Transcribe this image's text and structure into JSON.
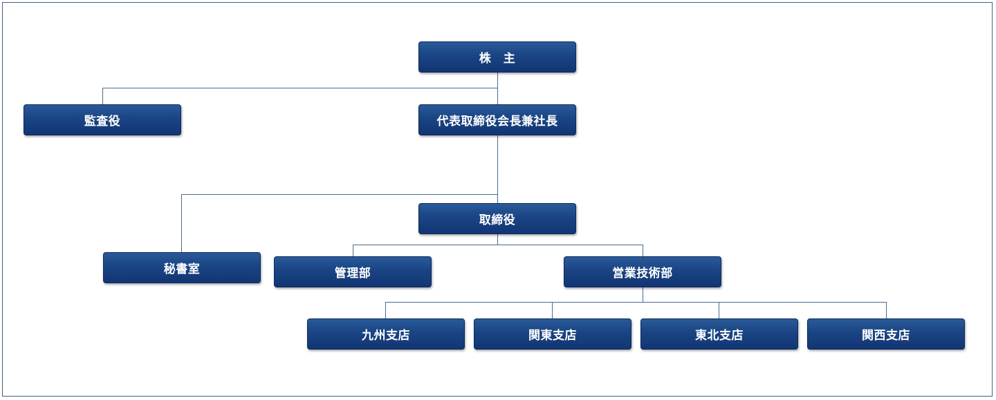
{
  "org_chart": {
    "shareholders": "株　主",
    "auditor": "監査役",
    "president": "代表取締役会長兼社長",
    "directors": "取締役",
    "secretary": "秘書室",
    "admin": "管理部",
    "sales_tech": "営業技術部",
    "branches": [
      "九州支店",
      "関東支店",
      "東北支店",
      "関西支店"
    ]
  },
  "colors": {
    "node": "#1a4483",
    "line": "#4a6a8f",
    "text": "#ffffff"
  }
}
